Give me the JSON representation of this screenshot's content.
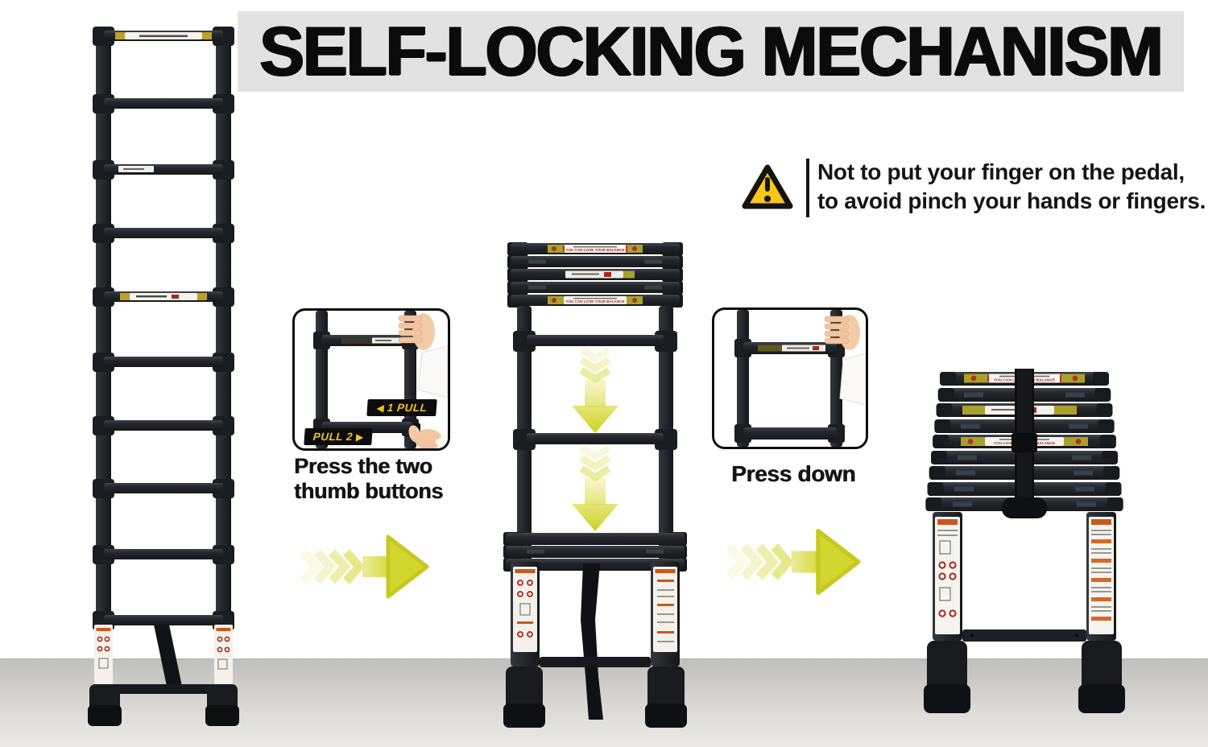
{
  "banner": {
    "title": "SELF-LOCKING MECHANISM"
  },
  "warning_note": {
    "line1": "Not to put your finger on the pedal,",
    "line2": "to avoid pinch your hands or fingers."
  },
  "steps": {
    "thumb_buttons": {
      "caption_line1": "Press the two",
      "caption_line2": "thumb buttons",
      "pull_label_1": "1 PULL",
      "pull_label_2": "PULL 2"
    },
    "press_down": {
      "caption": "Press down"
    }
  },
  "sticker_text": "YOU CAN LOSE YOUR BALANCE",
  "icons": {
    "pull_arrow_left": "◀",
    "pull_arrow_right": "▶"
  },
  "colors": {
    "banner_bg": "#e2e2e2",
    "ladder_body": "#24272c",
    "rubber_feet": "#131418",
    "stage_arrow_yellow": "#d8da3c",
    "warning_triangle_yellow": "#f8c71c",
    "pull_label_yellow": "#f2c51d",
    "sticker_yellow_green": "#a9a12b",
    "sticker_red": "#b02418",
    "floor_gray": "#c9c8c6"
  }
}
